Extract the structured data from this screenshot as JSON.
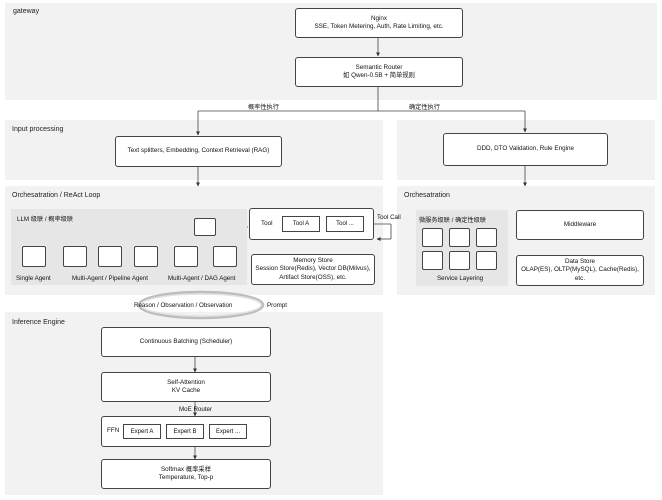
{
  "panels": {
    "gateway": "gateway",
    "input_processing": "Input processing",
    "orchestration_left": "Orchesatration / ReAct Loop",
    "orchestration_right": "Orchesatration",
    "inference": "Inference Engine"
  },
  "gateway": {
    "nginx_title": "Nginx",
    "nginx_sub": "SSE, Token Metering, Auth, Rate Limiting, etc.",
    "router_title": "Semantic Router",
    "router_sub": "如 Qwen-0.5B + 简单规则"
  },
  "branches": {
    "left": "概率性执行",
    "right": "确定性执行"
  },
  "input": {
    "rag": "Text splitters, Embedding, Context Retrieval (RAG)",
    "rules": "DDD, DTO Validation, Rule Engine"
  },
  "orchestration": {
    "llm_title": "LLM 级联 / 概率级联",
    "single_agent": "Single Agent",
    "pipeline_agent": "Multi-Agent / Pipeline Agent",
    "dag_agent": "Multi-Agent / DAG Agent",
    "tool_label": "Tool",
    "tool_a": "Tool A",
    "tool_more": "Tool ...",
    "tool_call": "Tool Call",
    "memory_title": "Memory Store",
    "memory_line1": "Session Store(Redis), Vector DB(Milvus),",
    "memory_line2": "Artifact Store(OSS), etc.",
    "loop_label": "Reason / Observation / Observation",
    "prompt_label": "Prompt"
  },
  "deterministic": {
    "micro_title": "微服务级联 / 确定性级联",
    "service_layering": "Service Layering",
    "middleware": "Middleware",
    "data_store_title": "Data Store",
    "data_store_sub": "OLAP(ES), OLTP(MySQL), Cache(Redis), etc."
  },
  "inference": {
    "batching": "Continuous Batching (Scheduler)",
    "attention_title": "Self-Attention",
    "attention_sub": "KV Cache",
    "moe_router": "MoE Router",
    "ffn": "FFN",
    "expert_a": "Expert A",
    "expert_b": "Expert B",
    "expert_more": "Expert ...",
    "softmax_title": "Softmax 概率采样",
    "softmax_sub": "Temperature, Top-p"
  }
}
